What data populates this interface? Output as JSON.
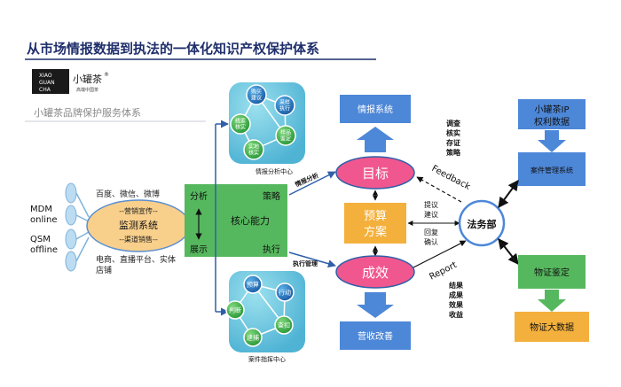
{
  "title": "从市场情报数据到执法的一体化知识产权保护体系",
  "brand": {
    "logo_lines": [
      "XIAO",
      "GUAN",
      "CHA"
    ],
    "name": "小罐茶",
    "reg": "®",
    "tagline": "高端中国茶",
    "subtitle": "小罐茶品牌保护服务体系"
  },
  "left": {
    "mdm_line1": "MDM",
    "mdm_line2": "online",
    "qsm_line1": "QSM",
    "qsm_line2": "offline",
    "channels_top": "百度、微信、微博",
    "channels_bottom_line1": "电商、直播平台、实体",
    "channels_bottom_line2": "店铺",
    "monitor_line1": "--营销宣传--",
    "monitor_line2": "监测系统",
    "monitor_line3": "--渠道销售--"
  },
  "core": {
    "analysis": "分析",
    "display": "展示",
    "strategy": "策略",
    "core": "核心能力",
    "execute": "执行"
  },
  "intel_center": {
    "label": "情报分析中心",
    "nodes": [
      "购买\n建议",
      "采样\n执行",
      "线索\n核实",
      "样品\n鉴定",
      "实地\n核实"
    ]
  },
  "case_center": {
    "label": "案件指挥中心",
    "nodes": [
      "预算",
      "行动",
      "判断",
      "查扣",
      "逮捕"
    ]
  },
  "arrows": {
    "intel_analysis": "情报分析",
    "exec_manage": "执行管理"
  },
  "flow": {
    "intel_system": "情报系统",
    "goal": "目标",
    "budget_line1": "预算",
    "budget_line2": "方案",
    "result": "成效",
    "revenue": "营收改善"
  },
  "right": {
    "check_lines": [
      "调查",
      "核实",
      "存证",
      "策略"
    ],
    "feedback": "Feedback",
    "proposal_line1": "提议",
    "proposal_line2": "建议",
    "reply_line1": "回复",
    "reply_line2": "确认",
    "legal": "法务部",
    "report": "Report",
    "result_lines": [
      "结果",
      "成果",
      "效果",
      "收益"
    ],
    "ip_line1": "小罐茶IP",
    "ip_line2": "权利数据",
    "case_mgmt": "案件管理系统",
    "evidence_appraisal": "物证鉴定",
    "evidence_bigdata": "物证大数据"
  }
}
